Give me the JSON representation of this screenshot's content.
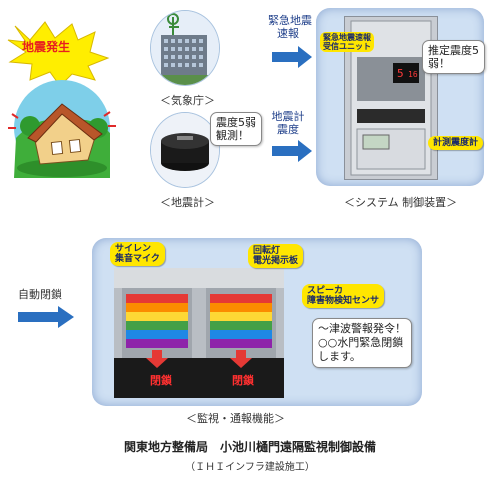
{
  "earthquake": {
    "label": "地震発生"
  },
  "jma": {
    "label": "＜気象庁＞"
  },
  "seismometer": {
    "label": "＜地震計＞",
    "bubble_line1": "震度5弱",
    "bubble_line2": "観測！"
  },
  "arrows": {
    "eew_line1": "緊急地震",
    "eew_line2": "速報",
    "seismic_line1": "地震計",
    "seismic_line2": "震度",
    "auto_close": "自動閉鎖"
  },
  "control_system": {
    "label": "＜システム 制御装置＞",
    "unit_label_line1": "緊急地震速報",
    "unit_label_line2": "受信ユニット",
    "bubble_line1": "推定震度5",
    "bubble_line2": "弱！",
    "meter_label": "計測震度計"
  },
  "monitoring": {
    "label": "＜監視・通報機能＞",
    "tag_siren_line1": "サイレン",
    "tag_siren_line2": "集音マイク",
    "tag_lamp_line1": "回転灯",
    "tag_lamp_line2": "電光掲示板",
    "tag_speaker_line1": "スピーカ",
    "tag_speaker_line2": "障害物検知センサ",
    "gate_left_text": "閉鎖",
    "gate_right_text": "閉鎖",
    "announce_line1": "～津波警報発令！",
    "announce_line2": "○○水門緊急閉鎖",
    "announce_line3": "します。"
  },
  "caption": {
    "title": "関東地方整備局　小池川樋門遠隔監視制御設備",
    "subtitle": "（ＩＨＩインフラ建設施工）"
  },
  "colors": {
    "arrow_blue": "#2a6fc0",
    "pill_yellow": "#ffe600",
    "frame_blue": "#cfe0f3"
  }
}
